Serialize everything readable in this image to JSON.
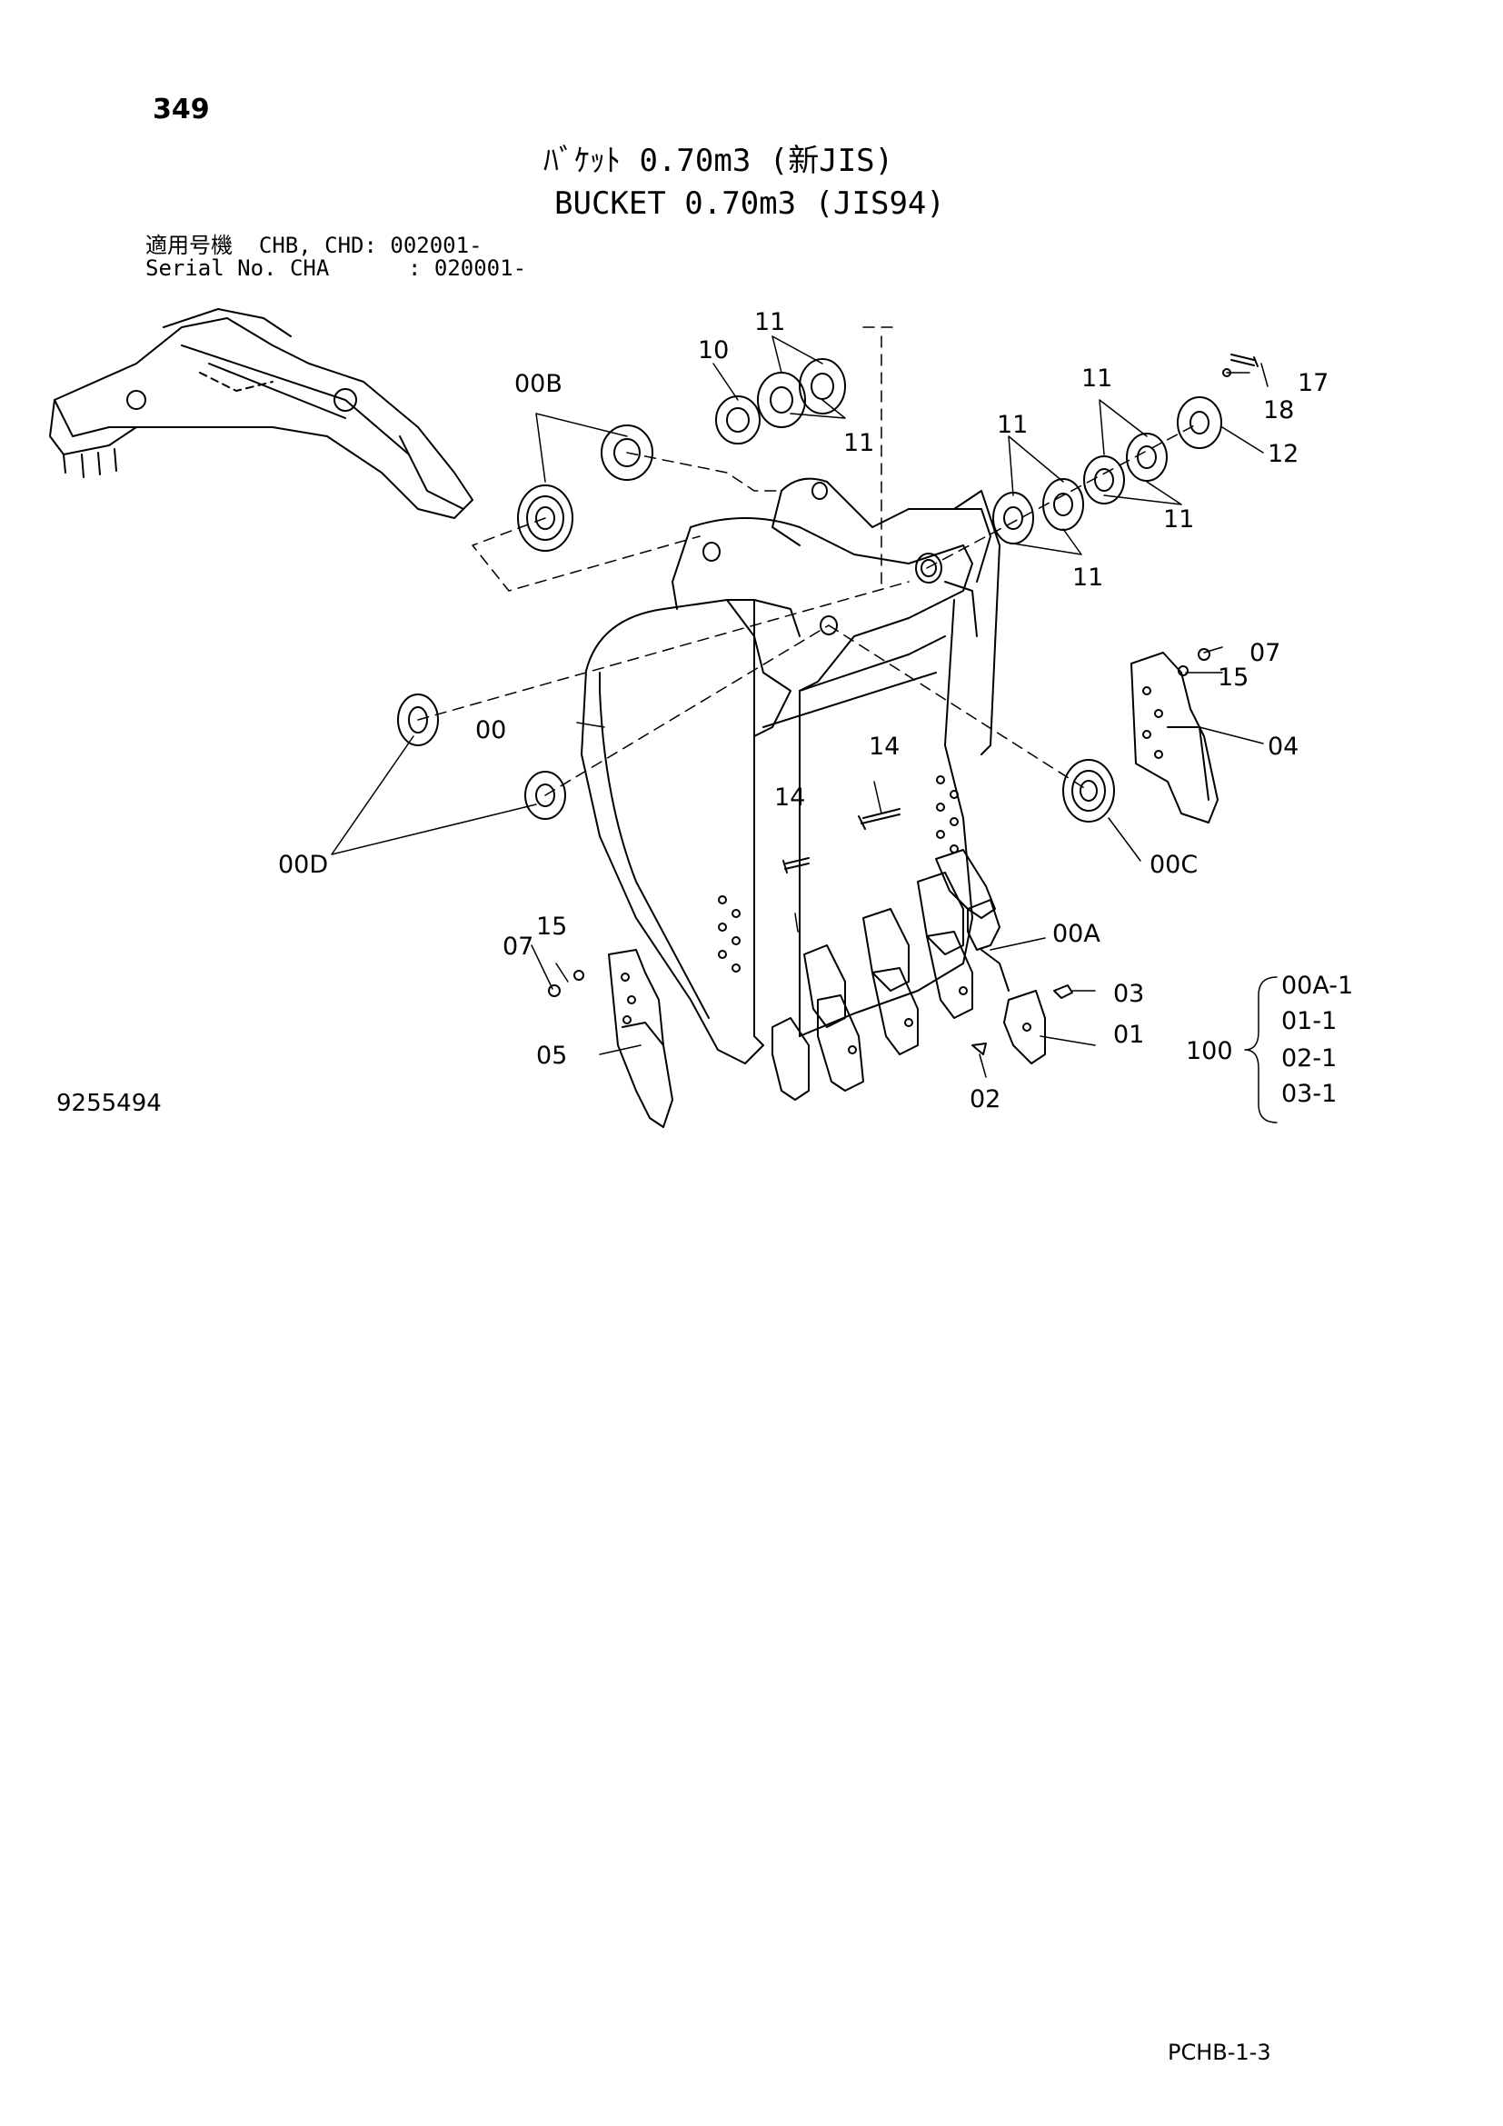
{
  "page_number": "349",
  "title_ja": "ﾊﾞｹｯﾄ 0.70m3 (新JIS)",
  "title_en": "BUCKET 0.70m3 (JIS94)",
  "serial_line_1": "適用号機  CHB, CHD: 002001-",
  "serial_line_2": "Serial No. CHA      : 020001-",
  "drawing_number": "9255494",
  "page_code": "PCHB-1-3",
  "callouts": {
    "c00B": "00B",
    "c10": "10",
    "c11_top": "11",
    "c11_a": "11",
    "c11_b": "11",
    "c11_c": "11",
    "c11_d": "11",
    "c11_e": "11",
    "c17": "17",
    "c18": "18",
    "c12": "12",
    "c07_right": "07",
    "c15_right": "15",
    "c04": "04",
    "c00": "00",
    "c14_a": "14",
    "c14_b": "14",
    "c00C": "00C",
    "c00D": "00D",
    "c00A": "00A",
    "c15_left": "15",
    "c07_left": "07",
    "c03": "03",
    "c01": "01",
    "c05": "05",
    "c02": "02"
  },
  "kit": {
    "number": "100",
    "items": [
      "00A-1",
      "01-1",
      "02-1",
      "03-1"
    ]
  }
}
